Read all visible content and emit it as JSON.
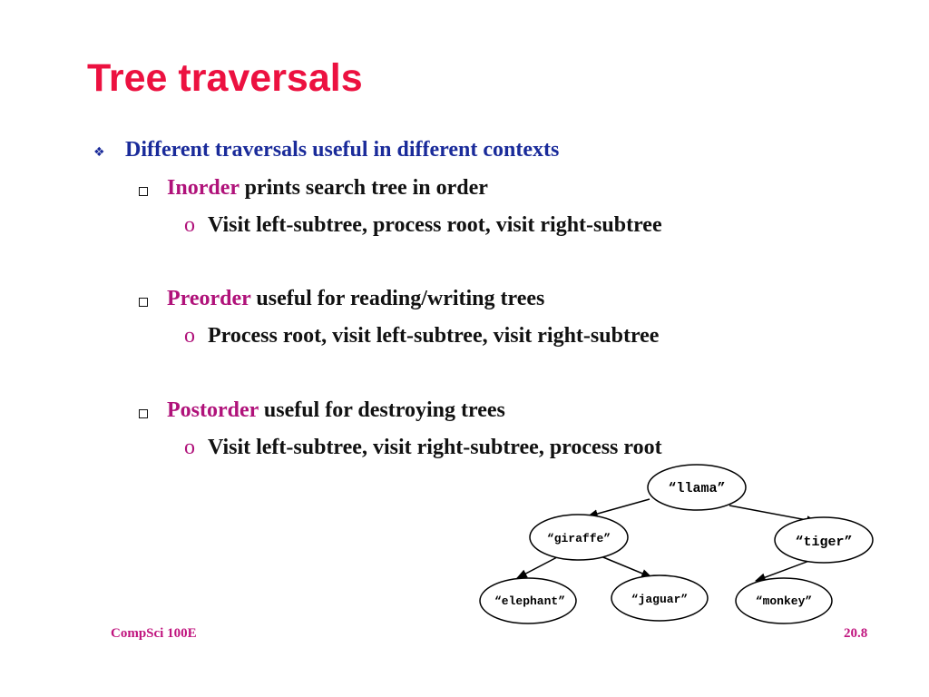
{
  "slide": {
    "title": "Tree traversals",
    "main_bullet": "Different traversals useful in different contexts",
    "items": [
      {
        "term": "Inorder",
        "rest": " prints search tree in order",
        "detail": "Visit left-subtree, process root, visit right-subtree"
      },
      {
        "term": "Preorder",
        "rest": " useful for reading/writing trees",
        "detail": "Process root, visit left-subtree, visit right-subtree"
      },
      {
        "term": "Postorder",
        "rest": " useful for destroying trees",
        "detail": "Visit left-subtree, visit right-subtree, process root"
      }
    ],
    "sub_marker": "o",
    "footer_left": "CompSci 100E",
    "footer_right": "20.8"
  },
  "tree": {
    "nodes": {
      "llama": "“llama”",
      "giraffe": "“giraffe”",
      "tiger": "“tiger”",
      "elephant": "“elephant”",
      "jaguar": "“jaguar”",
      "monkey": "“monkey”"
    }
  },
  "colors": {
    "title": "#ec1140",
    "main_bullet": "#1a2b9a",
    "term": "#b0127a",
    "footer": "#c0147e"
  }
}
